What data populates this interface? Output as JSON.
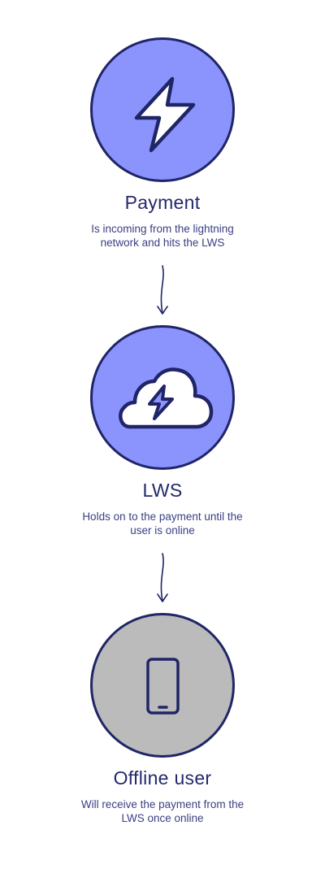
{
  "colors": {
    "accent": "#8b93fd",
    "offline": "#bbbbbb",
    "stroke": "#1f2566",
    "text": "#24286b"
  },
  "steps": [
    {
      "title": "Payment",
      "description": "Is incoming from the lightning network and hits the LWS",
      "icon": "lightning-bolt-icon"
    },
    {
      "title": "LWS",
      "description": "Holds on to the payment until the user is online",
      "icon": "lightning-cloud-icon"
    },
    {
      "title": "Offline user",
      "description": "Will receive the payment from the LWS once online",
      "icon": "smartphone-icon"
    }
  ]
}
